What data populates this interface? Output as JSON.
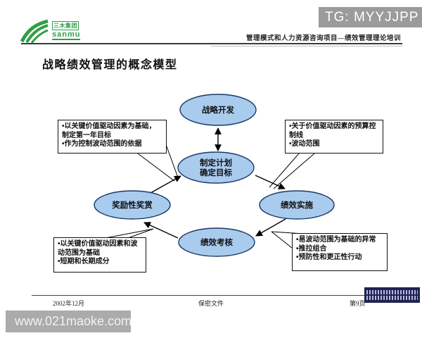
{
  "overlay": {
    "tg_badge": "TG: MYYJJPP",
    "site_bar": "www.021maoke.com"
  },
  "header": {
    "logo": {
      "company": "三木集团",
      "brand": "sanmu"
    },
    "subtitle": "管理模式和人力资源咨询项目—绩效管理理论培训"
  },
  "title": "战略绩效管理的概念模型",
  "diagram": {
    "nodes": {
      "strategy": "战略开发",
      "plan_line1": "制定计划",
      "plan_line2": "确定目标",
      "reward": "奖励性奖赏",
      "implement": "绩效实施",
      "review": "绩效考核"
    },
    "callouts": {
      "top_left": [
        "•以关键价值驱动因素为基础，制定第一年目标",
        "•作为控制波动范围的依据"
      ],
      "top_right": [
        "•关于价值驱动因素的预算控制线",
        "•波动范围"
      ],
      "bottom_left": [
        "•以关键价值驱动因素和波动范围为基础",
        "•短期和长期成分"
      ],
      "bottom_right": [
        "•易波动范围为基础的异常",
        "•推拉组合",
        "•预防性和更正性行动"
      ]
    }
  },
  "footer": {
    "date": "2002年12月",
    "confidential": "保密文件",
    "page": "第9页"
  },
  "colors": {
    "node_fill": "#a9cbee",
    "node_stroke": "#1a3a66",
    "logo_green": "#2f9e47",
    "badge_gray": "#9b9b9b",
    "bar_gray": "#ababab",
    "watermark_navy": "#20234f"
  }
}
